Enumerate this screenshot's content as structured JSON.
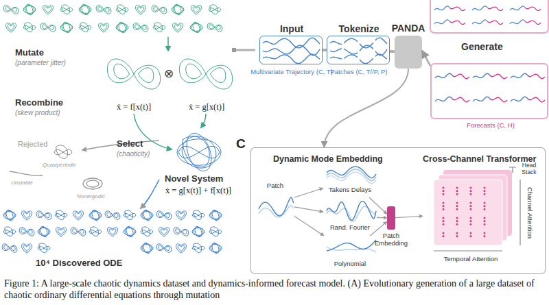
{
  "diagram": {
    "caption": "Figure 1: A large-scale chaotic dynamics dataset and dynamics-informed forecast model. (A) Evolutionary generation of a large dataset of chaotic ordinary differential equations through mutation",
    "nodes": [
      {
        "text": [
          "Input",
          "Multivariate Trajectory (C, T)"
        ]
      },
      {
        "text": [
          "Tokenize",
          "Patches (C, T//P, P)"
        ]
      },
      {
        "text": [
          "PANDA"
        ]
      },
      {
        "text": [
          "Forecasts (C, H)"
        ]
      },
      {
        "text": [
          "C"
        ]
      },
      {
        "text": [
          "Patch"
        ],
        "in": 4
      },
      {
        "text": [
          "Takens Delays"
        ],
        "in": 4
      },
      {
        "text": [
          "Rand. Fourier"
        ],
        "in": 4
      },
      {
        "text": [
          "Polynomial"
        ],
        "in": 4
      },
      {
        "text": [
          "Patch Embedding"
        ],
        "in": 4
      },
      {
        "text": [
          "Cross-Channel Transformer",
          "Head Stack",
          "Channel Attention",
          "Temporal Attention"
        ],
        "in": 4
      }
    ],
    "edges": [
      {
        "from": 0,
        "to": 1,
        "arrow": "none"
      },
      {
        "from": 1,
        "to": 2,
        "arrow": "none"
      },
      {
        "from": 3,
        "to": 2,
        "arrow": "to"
      },
      {
        "from": 2,
        "to": 4,
        "arrow": "to"
      },
      {
        "from": 5,
        "to": 6,
        "arrow": "to"
      },
      {
        "from": 5,
        "to": 7,
        "arrow": "to"
      },
      {
        "from": 5,
        "to": 8,
        "arrow": "to"
      },
      {
        "from": 6,
        "to": 9,
        "arrow": "to"
      },
      {
        "from": 7,
        "to": 9,
        "arrow": "to"
      },
      {
        "from": 8,
        "to": 9,
        "arrow": "to"
      },
      {
        "from": 9,
        "to": 10,
        "arrow": "to"
      }
    ],
    "labels": [
      "Mutate",
      "(parameter jitter)",
      "⊗",
      "ẋ = f[x(t)]",
      "ẋ = g[x(t)]",
      "Recombine",
      "(skew product)",
      "Select",
      "(chaoticity)",
      "Rejected",
      "Quasiperiodic",
      "Unstable",
      "Nonergodic",
      "Novel System",
      "ẋ = g[x(t)] + f[x(t)]",
      "10⁴ Discovered ODE",
      "Generate",
      "Dynamic Mode Embedding"
    ]
  }
}
